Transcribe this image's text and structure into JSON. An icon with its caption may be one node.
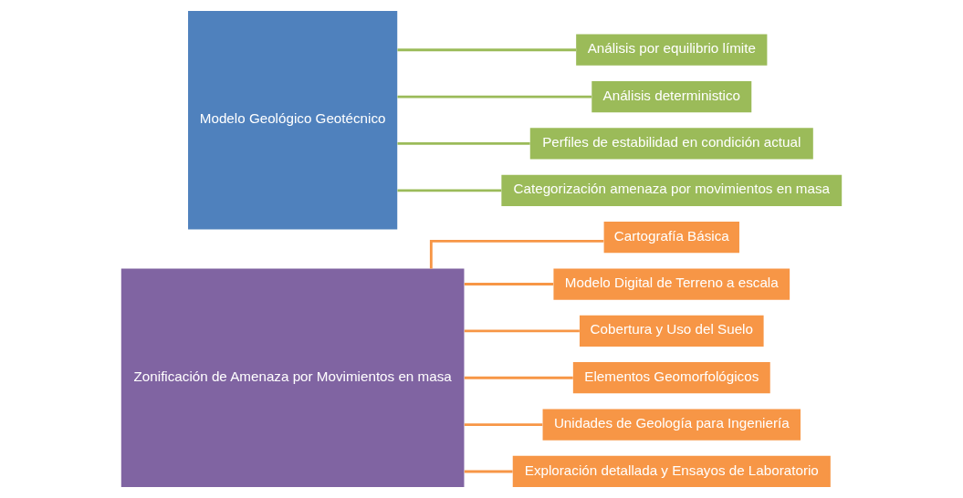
{
  "diagram": {
    "nodes": [
      {
        "text": [
          "Zonificación de Amenaza por Movimientos en masa"
        ]
      },
      {
        "text": [
          "Cartografía Básica"
        ]
      },
      {
        "text": [
          "Modelo Digital de Terreno a escala"
        ]
      },
      {
        "text": [
          "Cobertura y Uso del Suelo"
        ]
      },
      {
        "text": [
          "Elementos Geomorfológicos"
        ]
      },
      {
        "text": [
          "Unidades de Geología para Ingeniería"
        ]
      },
      {
        "text": [
          "Exploración detallada y Ensayos de Laboratorio"
        ]
      },
      {
        "text": [
          "Modelo Geológico Geotécnico"
        ]
      },
      {
        "text": [
          "Análisis por equilibrio límite"
        ]
      },
      {
        "text": [
          "Análisis deterministico"
        ]
      },
      {
        "text": [
          "Perfiles de estabilidad en condición actual"
        ]
      },
      {
        "text": [
          "Categorización amenaza por movimientos en masa"
        ]
      }
    ],
    "edges": [
      {
        "from": 0,
        "to": 1,
        "arrow": "none",
        "color": "#f79646"
      },
      {
        "from": 0,
        "to": 2,
        "arrow": "none",
        "color": "#f79646"
      },
      {
        "from": 0,
        "to": 3,
        "arrow": "none",
        "color": "#f79646"
      },
      {
        "from": 0,
        "to": 4,
        "arrow": "none",
        "color": "#f79646"
      },
      {
        "from": 0,
        "to": 5,
        "arrow": "none",
        "color": "#f79646"
      },
      {
        "from": 0,
        "to": 6,
        "arrow": "none",
        "color": "#f79646"
      },
      {
        "from": 7,
        "to": 8,
        "arrow": "none",
        "color": "#9bbb59"
      },
      {
        "from": 7,
        "to": 9,
        "arrow": "none",
        "color": "#9bbb59"
      },
      {
        "from": 7,
        "to": 10,
        "arrow": "none",
        "color": "#9bbb59"
      },
      {
        "from": 7,
        "to": 11,
        "arrow": "none",
        "color": "#9bbb59"
      }
    ]
  }
}
